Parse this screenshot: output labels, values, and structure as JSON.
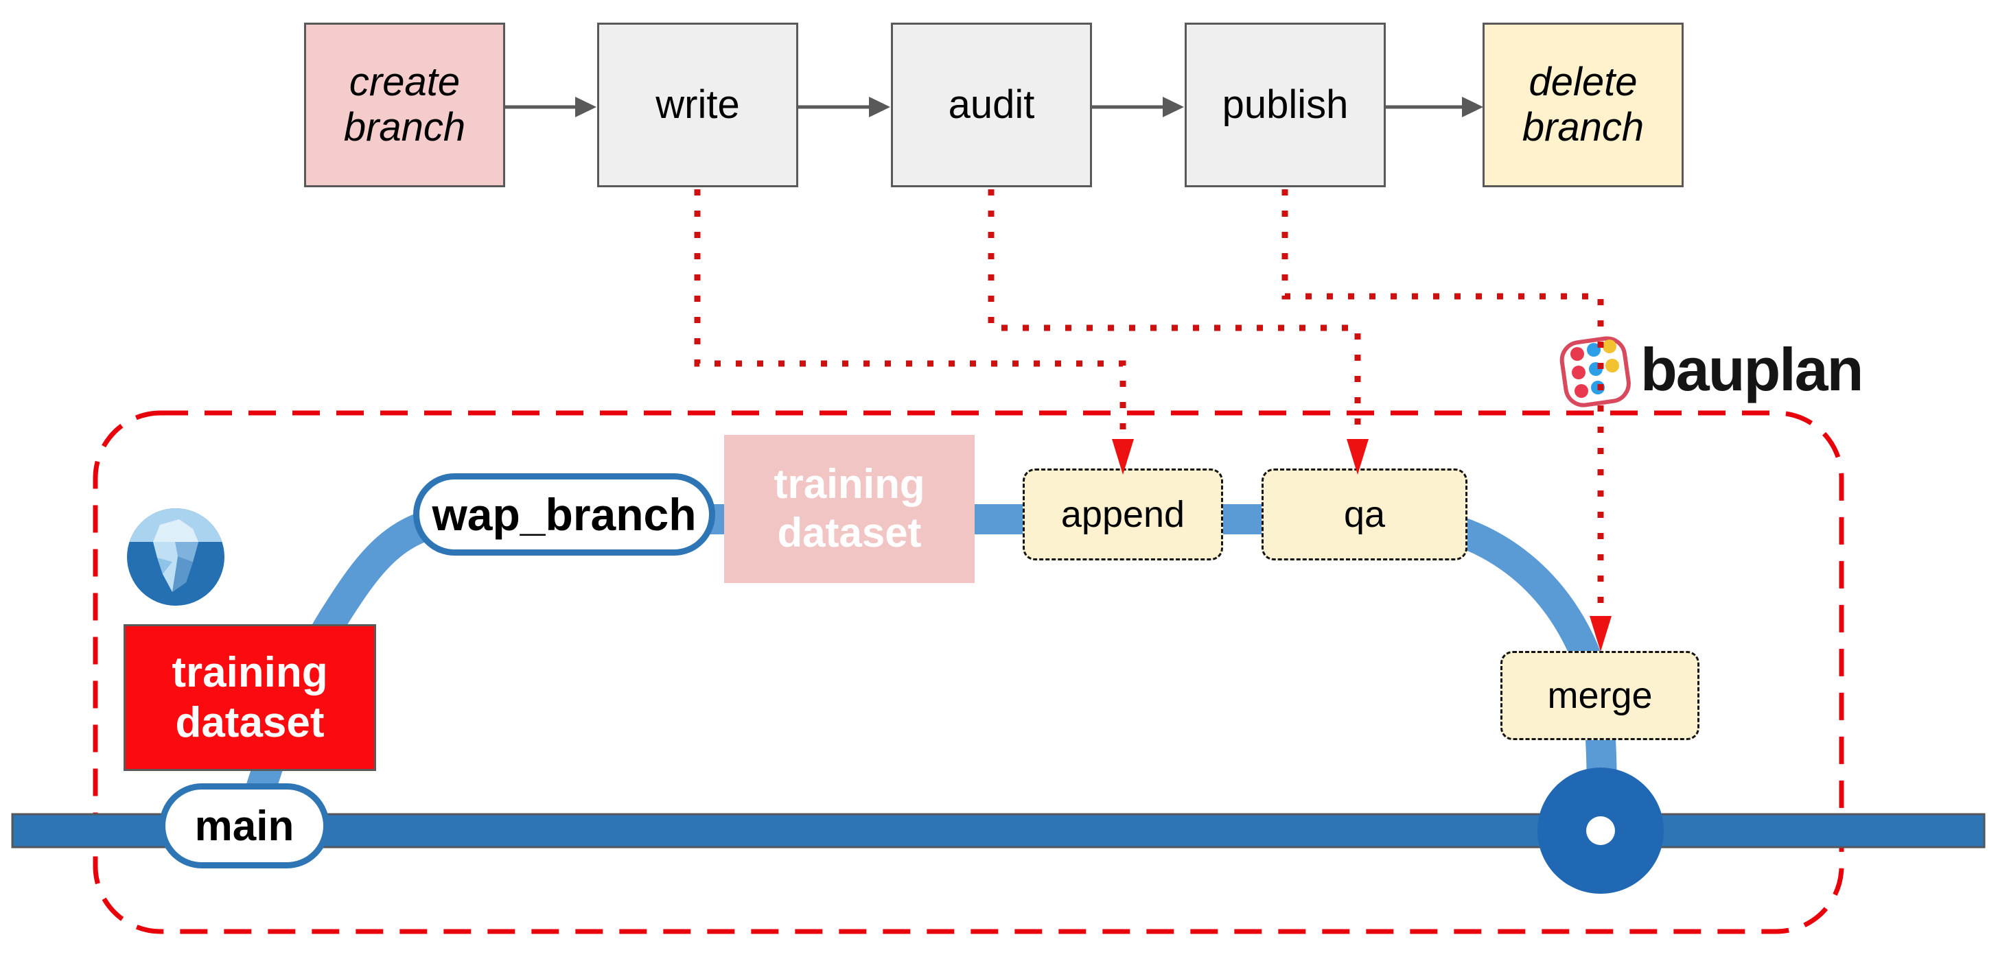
{
  "brand": {
    "wordmark": "bauplan"
  },
  "workflow": {
    "steps": [
      {
        "label": "create branch",
        "kind": "branch-lifecycle"
      },
      {
        "label": "write",
        "kind": "action"
      },
      {
        "label": "audit",
        "kind": "action"
      },
      {
        "label": "publish",
        "kind": "action"
      },
      {
        "label": "delete branch",
        "kind": "branch-lifecycle"
      }
    ]
  },
  "branches": {
    "main_label": "main",
    "wap_label": "wap_branch"
  },
  "datasets": {
    "wap_table": "training dataset",
    "main_table": "training dataset"
  },
  "operations": [
    {
      "label": "append"
    },
    {
      "label": "qa"
    },
    {
      "label": "merge"
    }
  ],
  "icons": {
    "iceberg": "iceberg-logo",
    "bauplan": "bauplan-logo"
  },
  "colors": {
    "step_pink": "#f4cccc",
    "step_gray": "#efefef",
    "step_cream": "#fff2cc",
    "box_border_gray": "#595959",
    "branch_light_blue": "#5b9bd5",
    "main_blue": "#2e75b6",
    "merge_node_blue": "#2068b4",
    "operation_cream": "#fdf2d0",
    "dataset_red": "#fb0b10",
    "dataset_pink": "#f2c5c5",
    "container_dashed_red": "#e8000b",
    "connector_dotted_red": "#cf1010",
    "arrow_gray": "#595959"
  }
}
